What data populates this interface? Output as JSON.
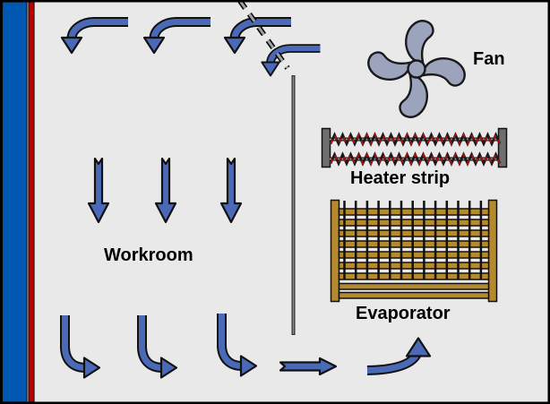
{
  "diagram": {
    "labels": {
      "fan": "Fan",
      "heater_strip": "Heater strip",
      "evaporator": "Evaporator",
      "workroom": "Workroom"
    },
    "colors": {
      "background": "#e9e9e9",
      "arrow_blue": "#4a6ab8",
      "arrow_outline": "#111111",
      "wall_blue": "#0058b0",
      "wall_red": "#c00000",
      "fan_gray": "#9ba3bd",
      "evaporator_brown": "#b5892e",
      "heater_coil_red": "#aa1111",
      "metal_gray": "#6e6e6e"
    }
  }
}
